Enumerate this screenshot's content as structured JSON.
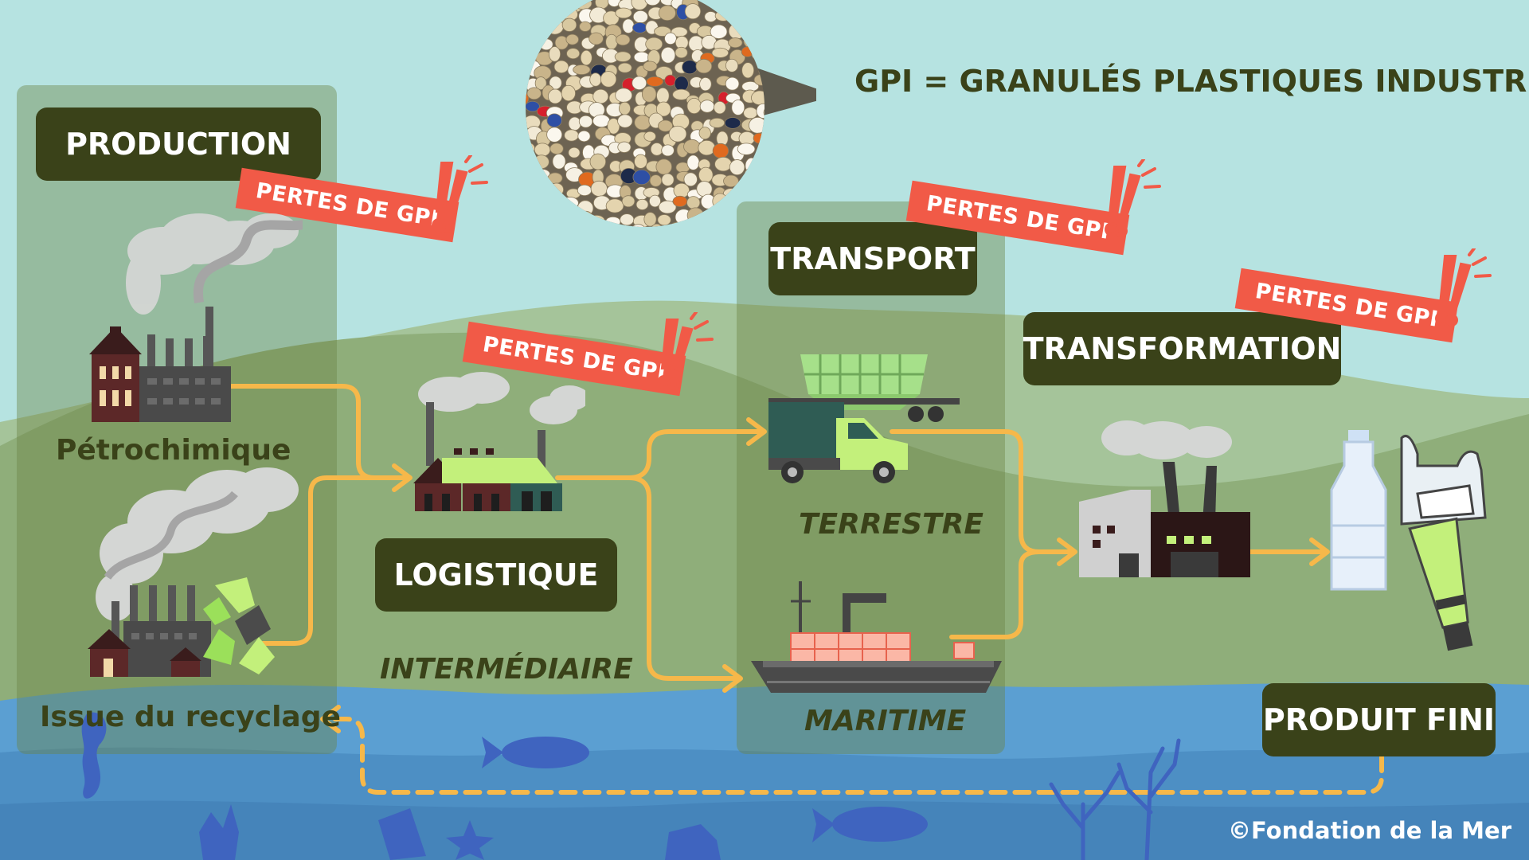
{
  "definition": "GPI = GRANULÉS PLASTIQUES INDUSTRIELS",
  "loss_label": "PERTES DE GPI",
  "sections": {
    "production": "PRODUCTION",
    "logistique": "LOGISTIQUE",
    "transport": "TRANSPORT",
    "transformation": "TRANSFORMATION",
    "produit_fini": "PRODUIT FINI"
  },
  "captions": {
    "petrochimique": "Pétrochimique",
    "recyclage": "Issue du recyclage",
    "intermediaire": "INTERMÉDIAIRE",
    "terrestre": "TERRESTRE",
    "maritime": "MARITIME"
  },
  "credit": "©Fondation de la Mer",
  "colors": {
    "sky": "#b6e3e1",
    "hill": "#8fae7a",
    "sea": "#5b9fd2",
    "title_box": "#3a4219",
    "loss_tag": "#f15a47",
    "flow_arrow": "#f6b84a"
  },
  "icons": [
    "pellets-image",
    "factory-icon",
    "recycling-icon",
    "warehouse-icon",
    "train-icon",
    "truck-icon",
    "ship-icon",
    "plant-icon",
    "bottle-icon",
    "plastic-bag-icon",
    "tube-icon",
    "fish-icon",
    "seahorse-icon",
    "coral-icon",
    "starfish-icon",
    "shell-icon",
    "exclamation-icon"
  ]
}
